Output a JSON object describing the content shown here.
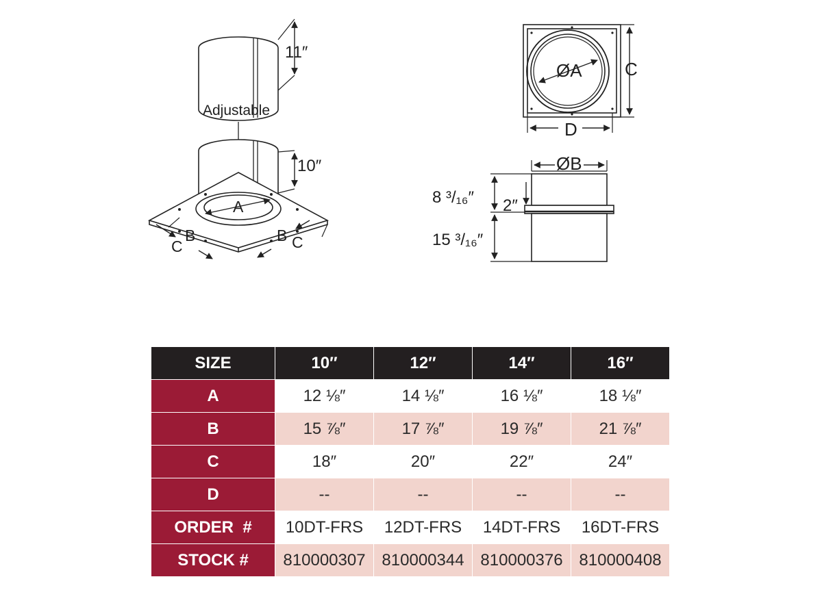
{
  "drawing_labels": {
    "height_top": "11″",
    "adjustable": "Adjustable",
    "height_bottom": "10″",
    "iso_a": "A",
    "iso_b_left": "B",
    "iso_c_left": "C",
    "iso_b_right": "B",
    "iso_c_right": "C",
    "top_diameter_a": "ØA",
    "top_c": "C",
    "top_d": "D",
    "side_diameter_b": "ØB",
    "side_upper": "8 ³/₁₆″",
    "side_two": "2″",
    "side_lower": "15 ³/₁₆″"
  },
  "table": {
    "header": [
      "SIZE",
      "10″",
      "12″",
      "14″",
      "16″"
    ],
    "rows": [
      {
        "label": "A",
        "values": [
          "12 ⅛″",
          "14 ⅛″",
          "16 ⅛″",
          "18 ⅛″"
        ]
      },
      {
        "label": "B",
        "values": [
          "15 ⅞″",
          "17 ⅞″",
          "19 ⅞″",
          "21 ⅞″"
        ]
      },
      {
        "label": "C",
        "values": [
          "18″",
          "20″",
          "22″",
          "24″"
        ]
      },
      {
        "label": "D",
        "values": [
          "--",
          "--",
          "--",
          "--"
        ]
      },
      {
        "label": "ORDER  #",
        "values": [
          "10DT-FRS",
          "12DT-FRS",
          "14DT-FRS",
          "16DT-FRS"
        ]
      },
      {
        "label": "STOCK #",
        "values": [
          "810000307",
          "810000344",
          "810000376",
          "810000408"
        ]
      }
    ]
  },
  "colors": {
    "header_bg": "#231f20",
    "row_label_bg": "#9b1b36",
    "alt_row_bg": "#f2d4cd"
  }
}
